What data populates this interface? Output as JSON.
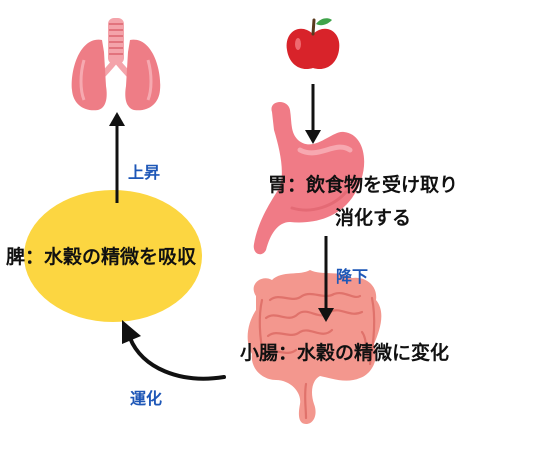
{
  "diagram": {
    "nodes": {
      "spleen": {
        "label": "脾：水穀の精微を吸収",
        "color": "#fcd641"
      },
      "stomach": {
        "line1": "胃：飲食物を受け取り",
        "line2": "消化する",
        "color": "#f07b86"
      },
      "small_intestine": {
        "label": "小腸：水穀の精微に変化",
        "color": "#f3978e"
      },
      "lungs": {
        "color": "#ee7d86"
      },
      "apple": {
        "color": "#d8232a"
      }
    },
    "edges": {
      "rise": {
        "label": "上昇"
      },
      "descend": {
        "label": "降下"
      },
      "transport": {
        "label": "運化"
      }
    },
    "icons": [
      "lungs-icon",
      "apple-icon",
      "stomach-icon",
      "intestines-icon"
    ]
  }
}
